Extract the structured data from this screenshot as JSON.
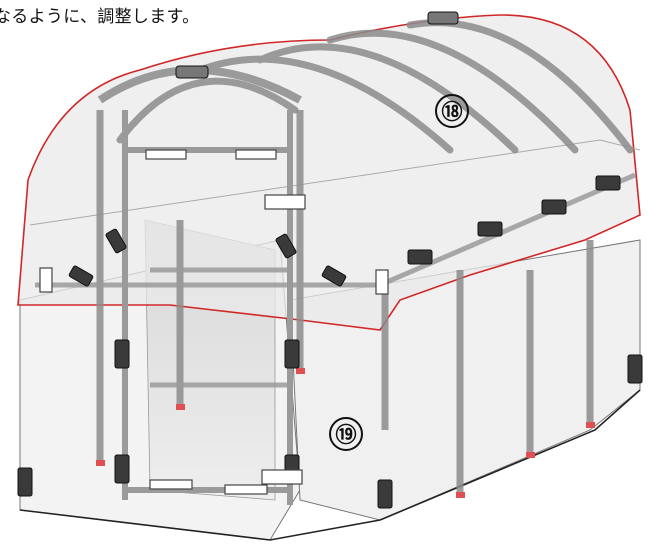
{
  "instruction_text": "なるように、調整します。",
  "callouts": [
    {
      "id": "cover-roof",
      "label": "⑱"
    },
    {
      "id": "cover-side",
      "label": "⑲"
    }
  ],
  "colors": {
    "outline_red": "#d02828",
    "frame_gray": "#8c8c8c",
    "clip_dark": "#3a3a3a",
    "panel_fill": "#dcdcdc",
    "foot_red": "#e05050"
  }
}
